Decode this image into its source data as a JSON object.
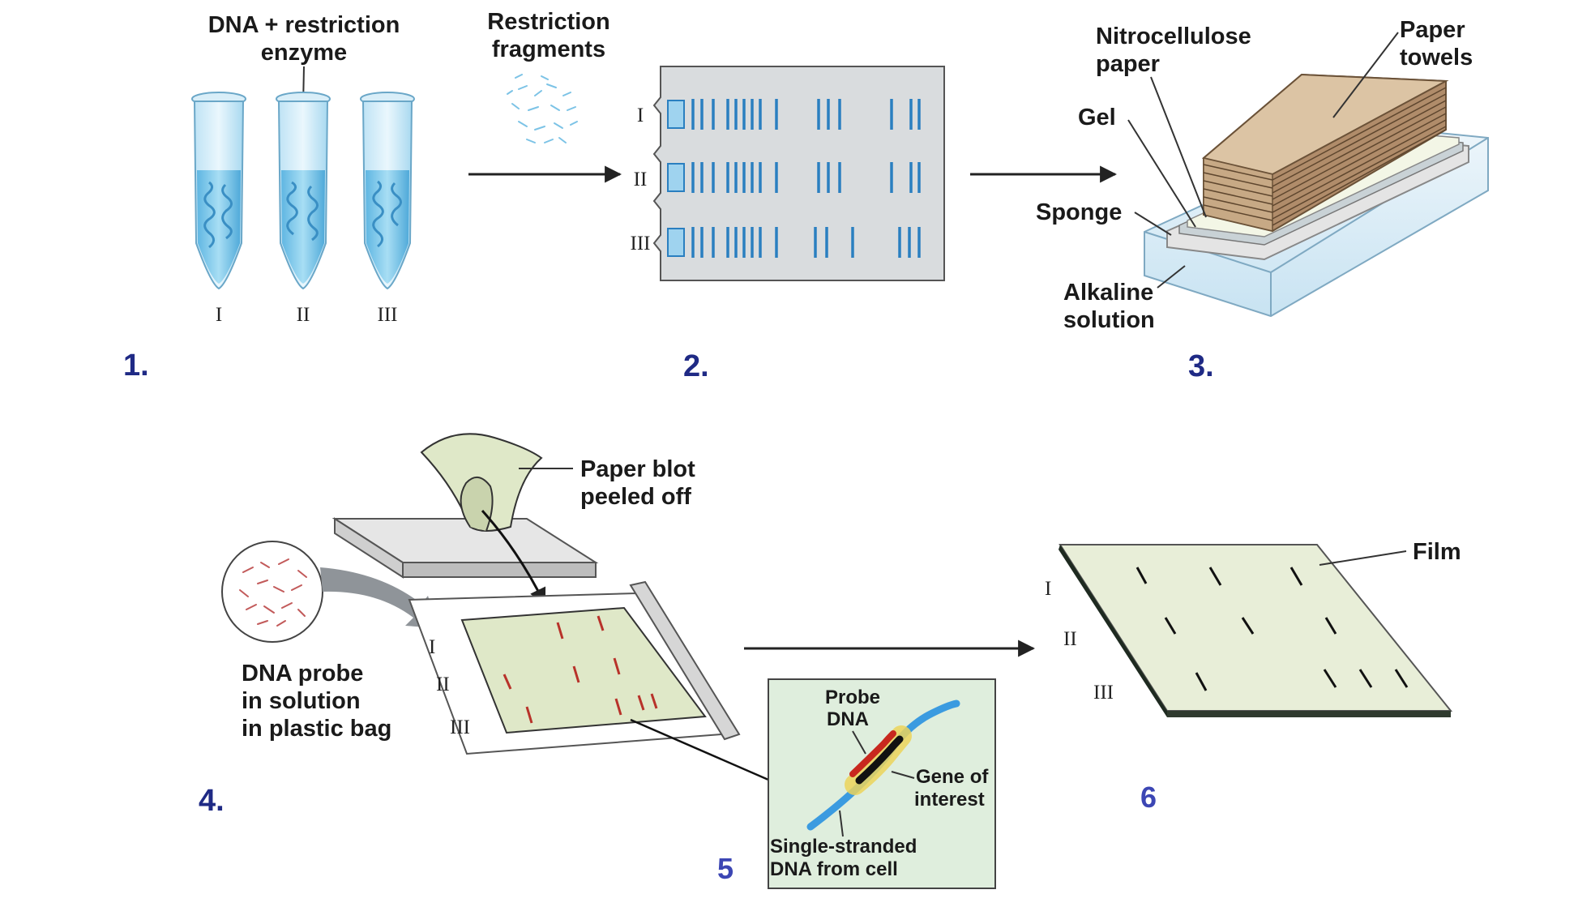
{
  "panel1": {
    "label_line1": "DNA + restriction",
    "label_line2": "enzyme",
    "tubes": [
      "I",
      "II",
      "III"
    ],
    "step": "1."
  },
  "panel2": {
    "label_line1": "Restriction",
    "label_line2": "fragments",
    "lanes": [
      "I",
      "II",
      "III"
    ],
    "step": "2."
  },
  "panel3": {
    "nitro_line1": "Nitrocellulose",
    "nitro_line2": "paper",
    "towels_line1": "Paper",
    "towels_line2": "towels",
    "gel": "Gel",
    "sponge": "Sponge",
    "alkaline_line1": "Alkaline",
    "alkaline_line2": "solution",
    "step": "3."
  },
  "panel4": {
    "peel_line1": "Paper blot",
    "peel_line2": "peeled off",
    "probe_line1": "DNA probe",
    "probe_line2": "in solution",
    "probe_line3": "in plastic bag",
    "lanes": [
      "I",
      "II",
      "III"
    ],
    "step": "4."
  },
  "panel5": {
    "probe_line1": "Probe",
    "probe_line2": "DNA",
    "gene_line1": "Gene of",
    "gene_line2": "interest",
    "ss_line1": "Single-stranded",
    "ss_line2": "DNA from cell",
    "step": "5"
  },
  "panel6": {
    "film": "Film",
    "lanes": [
      "I",
      "II",
      "III"
    ],
    "step": "6"
  },
  "colors": {
    "tube_liquid": "#8fd0ee",
    "gel_band": "#2a7fc0",
    "paper_towel": "#dcc4a4",
    "blot_paper": "#dfe8c8",
    "probe_band": "#b8322a",
    "step_number": "#1f2a85"
  }
}
